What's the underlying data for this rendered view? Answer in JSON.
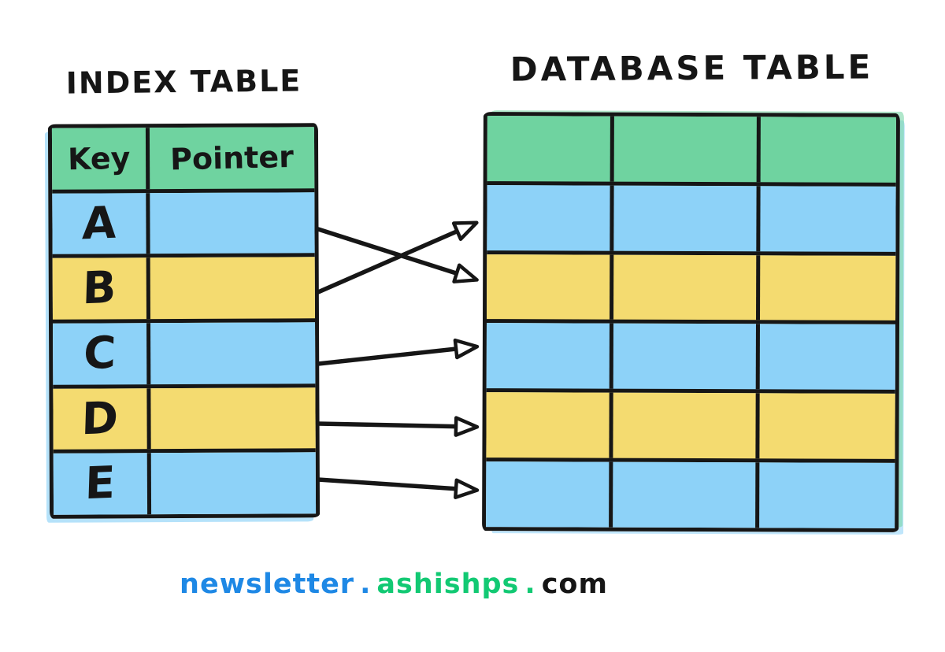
{
  "titles": {
    "index_table": "INDEX TABLE",
    "database_table": "DATABASE TABLE"
  },
  "index_table": {
    "headers": [
      "Key",
      "Pointer"
    ],
    "rows": [
      {
        "key": "A",
        "color": "blue",
        "pointer_value": ""
      },
      {
        "key": "B",
        "color": "yellow",
        "pointer_value": ""
      },
      {
        "key": "C",
        "color": "blue",
        "pointer_value": ""
      },
      {
        "key": "D",
        "color": "yellow",
        "pointer_value": ""
      },
      {
        "key": "E",
        "color": "blue",
        "pointer_value": ""
      }
    ],
    "header_color": "green"
  },
  "database_table": {
    "columns": 3,
    "rows": [
      {
        "index": 0,
        "color": "green",
        "is_header": true
      },
      {
        "index": 1,
        "color": "blue"
      },
      {
        "index": 2,
        "color": "yellow"
      },
      {
        "index": 3,
        "color": "blue"
      },
      {
        "index": 4,
        "color": "yellow"
      },
      {
        "index": 5,
        "color": "blue"
      }
    ]
  },
  "links": [
    {
      "from_key": "A",
      "to_db_row": 2
    },
    {
      "from_key": "B",
      "to_db_row": 1
    },
    {
      "from_key": "C",
      "to_db_row": 3
    },
    {
      "from_key": "D",
      "to_db_row": 4
    },
    {
      "from_key": "E",
      "to_db_row": 5
    }
  ],
  "colors": {
    "green": "#6fd3a0",
    "blue": "#8dd2f8",
    "yellow": "#f4db70",
    "stroke": "#161616",
    "footer_blue": "#1e88e5",
    "footer_green": "#12c973",
    "footer_black": "#161616"
  },
  "footer": {
    "part1": "newsletter",
    "dot1": ".",
    "part2": "ashishps",
    "dot2": ".",
    "part3": "com"
  }
}
